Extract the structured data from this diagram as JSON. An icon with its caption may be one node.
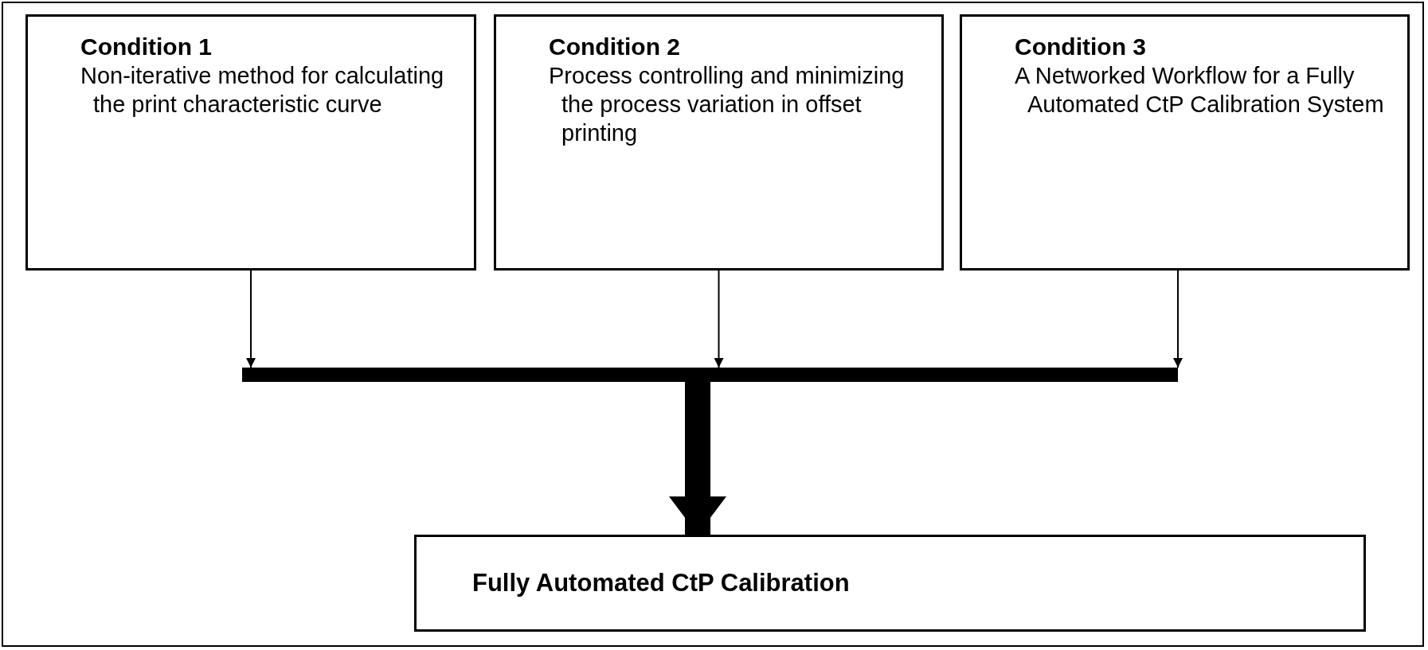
{
  "diagram": {
    "nodes": [
      {
        "text": [
          "Condition 1",
          "Non-iterative method for calculating the print characteristic curve"
        ]
      },
      {
        "text": [
          "Condition 2",
          "Process controlling and minimizing the process variation in offset printing"
        ]
      },
      {
        "text": [
          "Condition 3",
          "A Networked Workflow for a Fully Automated CtP Calibration System"
        ]
      },
      {
        "text": [],
        "shape": "bar"
      },
      {
        "text": [
          "Fully Automated CtP Calibration"
        ]
      }
    ],
    "edges": [
      {
        "from": 0,
        "to": 3,
        "arrow": "to"
      },
      {
        "from": 1,
        "to": 3,
        "arrow": "to"
      },
      {
        "from": 2,
        "to": 3,
        "arrow": "to"
      },
      {
        "from": 3,
        "to": 4,
        "arrow": "to",
        "style": "thick"
      }
    ]
  }
}
